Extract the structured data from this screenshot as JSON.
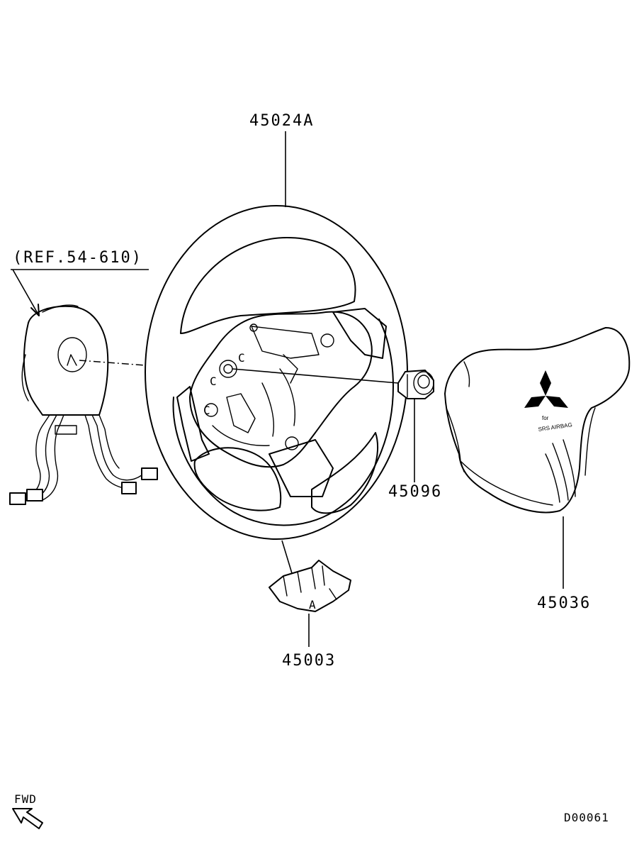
{
  "labels": {
    "steering_wheel": "45024A",
    "clock_spring_ref": "(REF.54-610)",
    "nut": "45096",
    "airbag_module": "45036",
    "cover": "45003",
    "direction": "FWD",
    "diagram_code": "D00061"
  },
  "airbag_text": {
    "line1": "for",
    "line2": "SRS AIRBAG"
  },
  "hub_letters": [
    "C",
    "C",
    "C"
  ],
  "cover_letter": "A"
}
